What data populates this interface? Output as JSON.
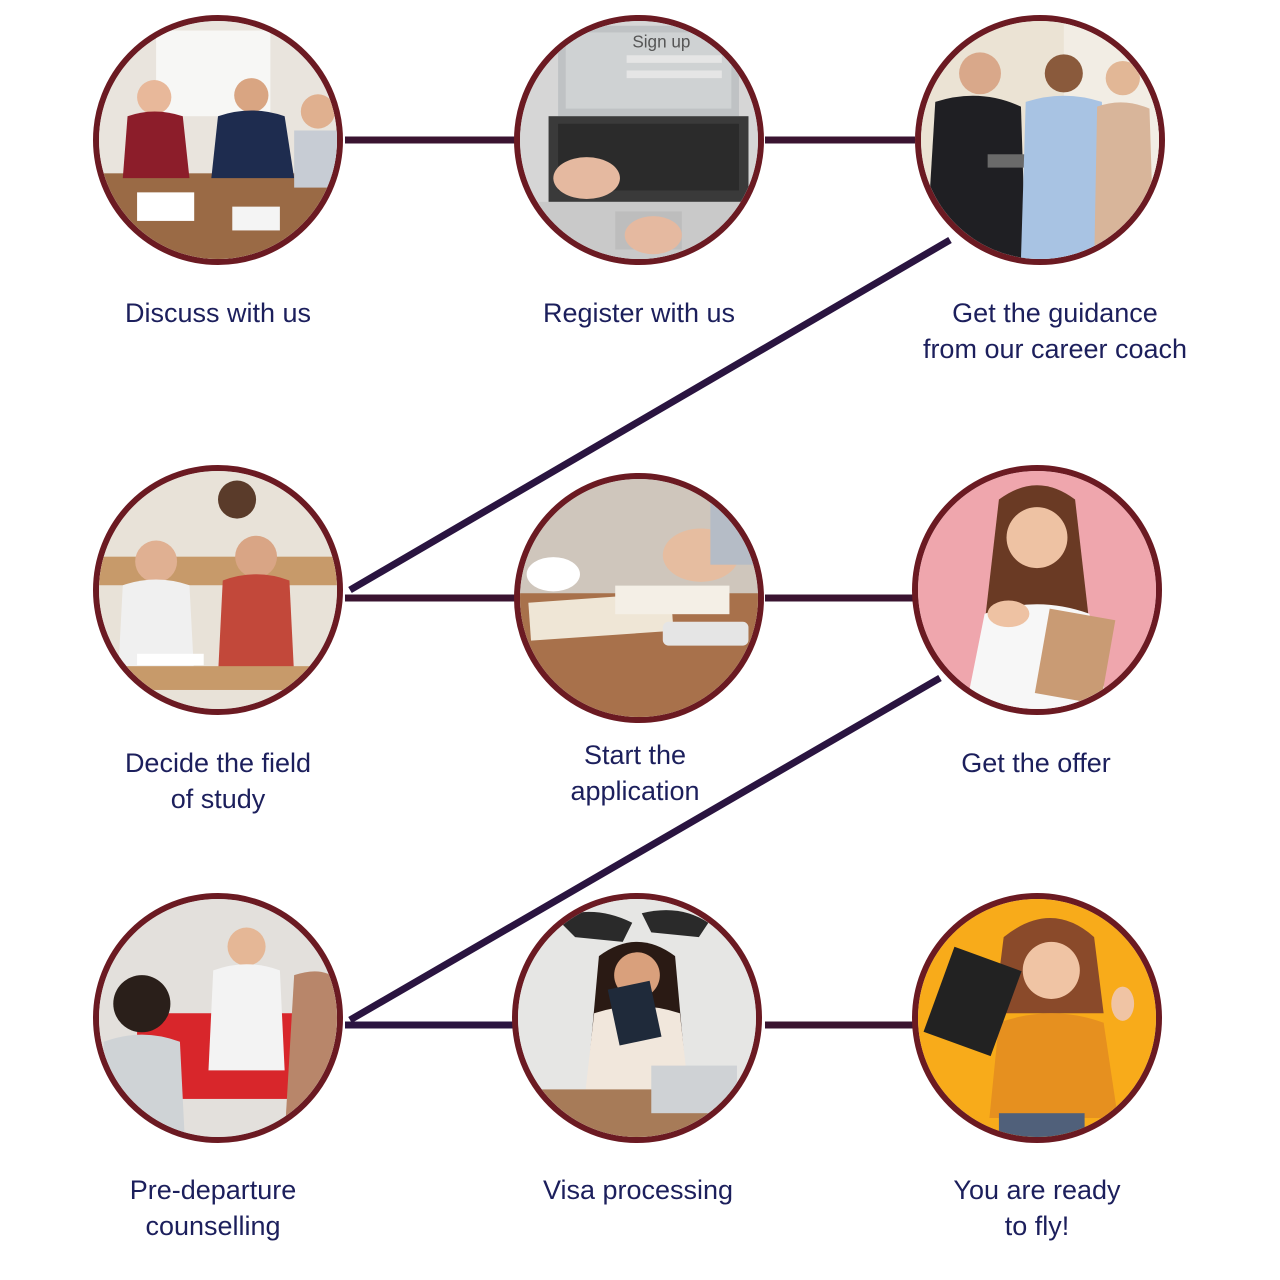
{
  "colors": {
    "circle_border": "#6b1a22",
    "connector": "#3a1430",
    "label": "#1c1f5c"
  },
  "steps": [
    {
      "label": "Discuss with us",
      "image": "team-meeting-photo"
    },
    {
      "label": "Register with us",
      "image": "laptop-signup-photo",
      "screen_title": "Sign up"
    },
    {
      "label": "Get the guidance\nfrom our career coach",
      "image": "career-coach-photo"
    },
    {
      "label": "Decide the field\nof study",
      "image": "classroom-students-photo"
    },
    {
      "label": "Start the\napplication",
      "image": "writing-notebook-photo"
    },
    {
      "label": "Get the offer",
      "image": "student-with-books-photo"
    },
    {
      "label": "Pre-departure\ncounselling",
      "image": "counselling-session-photo"
    },
    {
      "label": "Visa processing",
      "image": "passport-holder-photo"
    },
    {
      "label": "You are ready\nto fly!",
      "image": "excited-student-photo"
    }
  ]
}
